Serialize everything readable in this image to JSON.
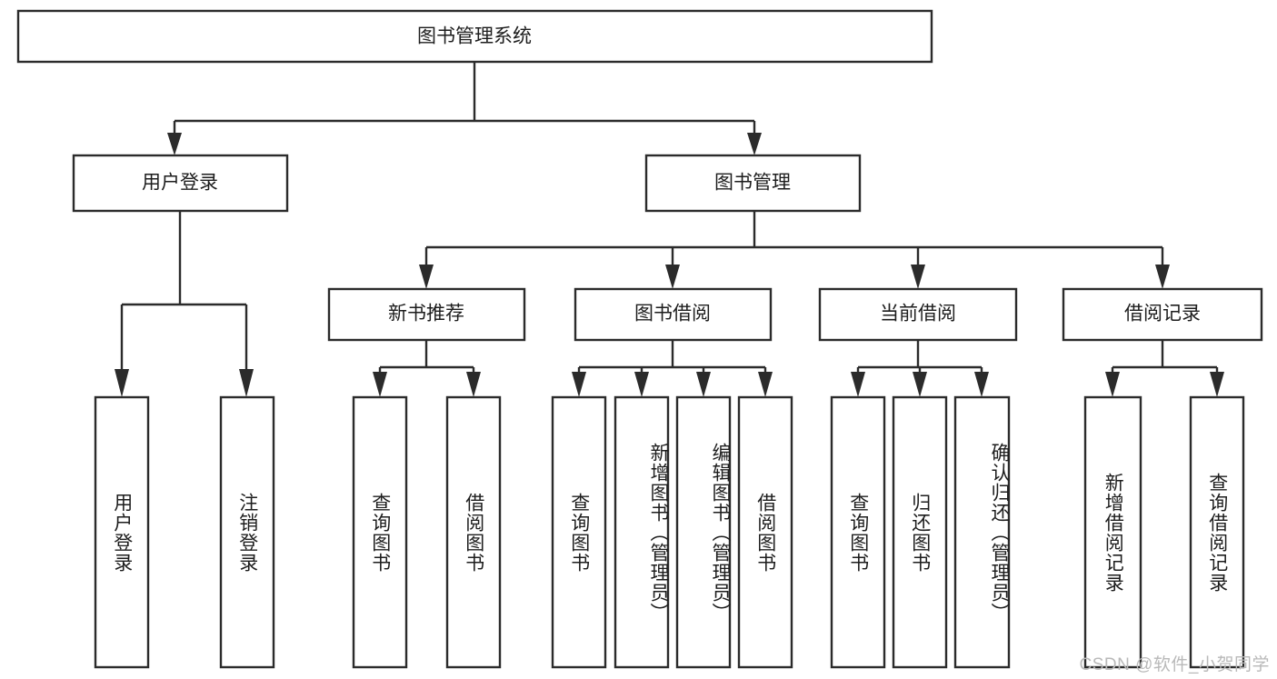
{
  "diagram": {
    "type": "tree",
    "title": "图书管理系统",
    "orientation": "top-down",
    "colors": {
      "stroke": "#2b2b2b",
      "box_fill": "#ffffff",
      "text": "#1d1d1d",
      "background": "#ffffff",
      "watermark": "#b9b9b9"
    },
    "root": {
      "label": "图书管理系统"
    },
    "level2": [
      {
        "label": "用户登录"
      },
      {
        "label": "图书管理"
      }
    ],
    "level3": [
      {
        "label": "新书推荐"
      },
      {
        "label": "图书借阅"
      },
      {
        "label": "当前借阅"
      },
      {
        "label": "借阅记录"
      }
    ],
    "leaves": {
      "user_login": [
        {
          "label": "用户登录"
        },
        {
          "label": "注销登录"
        }
      ],
      "new_book_recommend": [
        {
          "label": "查询图书"
        },
        {
          "label": "借阅图书"
        }
      ],
      "book_borrow": [
        {
          "label": "查询图书"
        },
        {
          "label": "新增图书（管理员）"
        },
        {
          "label": "编辑图书（管理员）"
        },
        {
          "label": "借阅图书"
        }
      ],
      "current_borrow": [
        {
          "label": "查询图书"
        },
        {
          "label": "归还图书"
        },
        {
          "label": "确认归还（管理员）"
        }
      ],
      "borrow_record": [
        {
          "label": "新增借阅记录"
        },
        {
          "label": "查询借阅记录"
        }
      ]
    }
  },
  "watermark": {
    "text": "CSDN @软件_小贺同学"
  }
}
